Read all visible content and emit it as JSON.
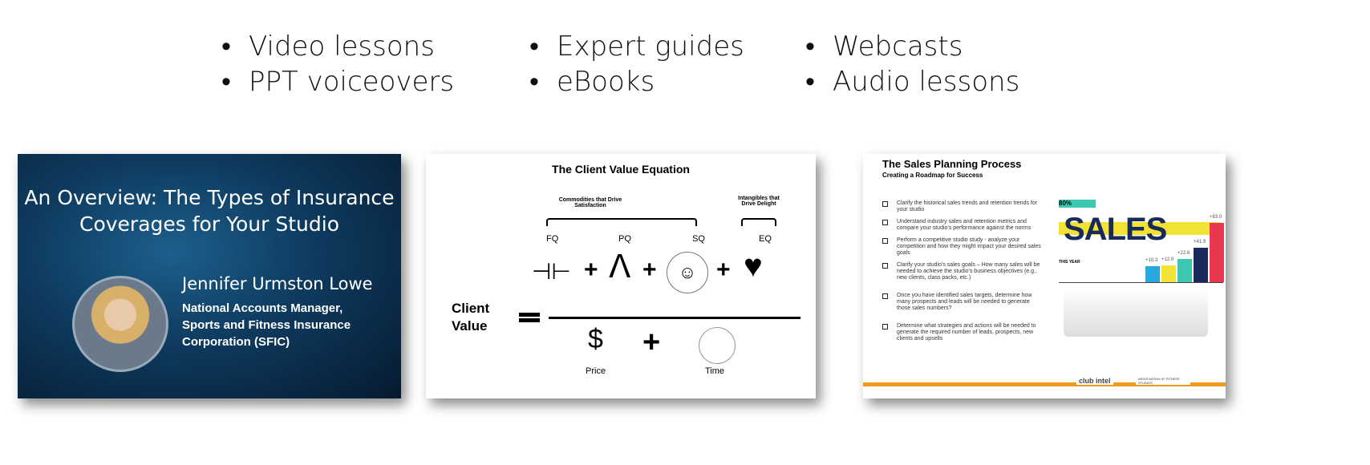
{
  "bullets": [
    [
      "Video lessons",
      "PPT voiceovers"
    ],
    [
      "Expert guides",
      "eBooks"
    ],
    [
      "Webcasts",
      "Audio lessons"
    ]
  ],
  "slide1": {
    "title_line1": "An Overview: The Types of Insurance",
    "title_line2": "Coverages for Your Studio",
    "name": "Jennifer Urmston Lowe",
    "role_line1": "National Accounts Manager,",
    "role_line2": "Sports and Fitness Insurance",
    "role_line3": "Corporation (SFIC)"
  },
  "slide2": {
    "title": "The Client Value Equation",
    "commodities": "Commodities that Drive Satisfaction",
    "intangibles": "Intangibles that Drive Delight",
    "fq": "FQ",
    "pq": "PQ",
    "sq": "SQ",
    "eq": "EQ",
    "client": "Client",
    "value": "Value",
    "price": "Price",
    "time": "Time",
    "dollar": "$"
  },
  "slide3": {
    "title": "The Sales Planning Process",
    "subtitle": "Creating a Roadmap for Success",
    "items": [
      "Clarify the historical sales trends and retention trends for your studio",
      "Understand industry sales and retention metrics and compare your studio's performance against the norms",
      "Perform a competitive studio study - analyze your competition and how they might impact your desired sales goals",
      "Clarify your studio's sales goals  – How many sales will be needed to achieve the studio's business objectives (e.g., new clients, class packs, etc.)",
      "Once you have identified sales targets, determine how many prospects and leads will be needed to generate those sales numbers?",
      "Determine what strategies and actions will be needed to generate the required number of leads, prospects, new clients and upsells"
    ],
    "sales_word": "SALES",
    "bar_labels": [
      "+10.3",
      "+12.0",
      "+22.6",
      "+41.9",
      "+83.0"
    ],
    "stat": "80%",
    "this_year": "THIS YEAR",
    "logo1": "club intel",
    "logo2": "ASSOCIATION OF FITNESS STUDIOS"
  }
}
